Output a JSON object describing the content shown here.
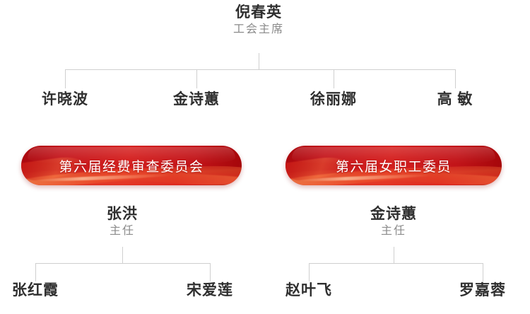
{
  "chart": {
    "type": "org-chart",
    "root": {
      "name": "倪春英",
      "title": "工会主席"
    },
    "level2": [
      {
        "name": "许晓波"
      },
      {
        "name": "金诗蕙"
      },
      {
        "name": "徐丽娜"
      },
      {
        "name": "高 敏"
      }
    ],
    "committees": [
      {
        "label": "第六届经费审查委员会",
        "chair": {
          "name": "张洪",
          "title": "主任"
        },
        "members": [
          {
            "name": "张红霞"
          },
          {
            "name": "宋爱莲"
          }
        ]
      },
      {
        "label": "第六届女职工委员",
        "chair": {
          "name": "金诗蕙",
          "title": "主任"
        },
        "members": [
          {
            "name": "赵叶飞"
          },
          {
            "name": "罗嘉蓉"
          }
        ]
      }
    ]
  },
  "colors": {
    "pill_red": "#c4161c",
    "pill_red_light": "#d5201f",
    "pill_red_dark": "#a30509",
    "connector": "#cfcfcf",
    "name_text": "#2f2f2f",
    "title_text": "#8b8b8b",
    "background": "#ffffff"
  }
}
